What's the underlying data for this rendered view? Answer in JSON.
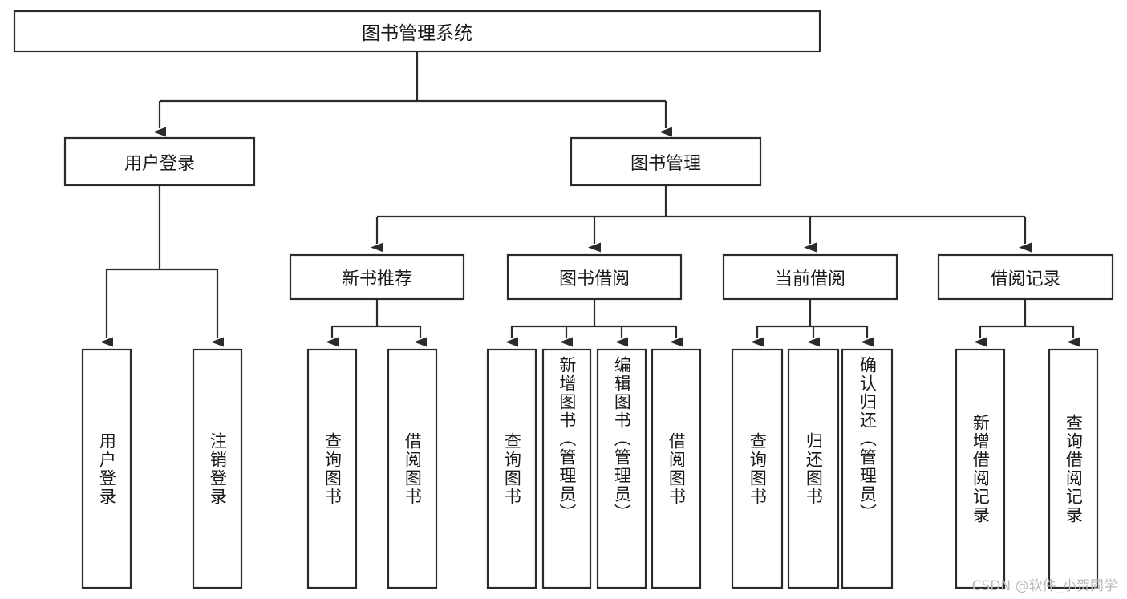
{
  "diagram": {
    "title": "图书管理系统",
    "type": "hierarchy-tree",
    "orientation": "top-down",
    "levels": 4,
    "colors": {
      "box_fill": "#ffffff",
      "box_stroke": "#2b2b2b",
      "text": "#1a1a1a",
      "watermark": "#b9b9b9",
      "background": "#ffffff"
    }
  },
  "watermark": {
    "text": "CSDN @软件_小贺同学"
  },
  "root": {
    "label": "图书管理系统"
  },
  "level2": [
    {
      "label": "用户登录"
    },
    {
      "label": "图书管理"
    }
  ],
  "level3": [
    {
      "label": "新书推荐"
    },
    {
      "label": "图书借阅"
    },
    {
      "label": "当前借阅"
    },
    {
      "label": "借阅记录"
    }
  ],
  "leaves": {
    "user_login": [
      {
        "label": "用户登录"
      },
      {
        "label": "注销登录"
      }
    ],
    "new_book": [
      {
        "label": "查询图书"
      },
      {
        "label": "借阅图书"
      }
    ],
    "book_borrow": [
      {
        "label": "查询图书"
      },
      {
        "label": "新增图书（管理员）"
      },
      {
        "label": "编辑图书（管理员）"
      },
      {
        "label": "借阅图书"
      }
    ],
    "current_borrow": [
      {
        "label": "查询图书"
      },
      {
        "label": "归还图书"
      },
      {
        "label": "确认归还（管理员）"
      }
    ],
    "borrow_record": [
      {
        "label": "新增借阅记录"
      },
      {
        "label": "查询借阅记录"
      }
    ]
  },
  "edges": [
    {
      "from": "图书管理系统",
      "to": "用户登录"
    },
    {
      "from": "图书管理系统",
      "to": "图书管理"
    },
    {
      "from": "用户登录",
      "to": "用户登录"
    },
    {
      "from": "用户登录",
      "to": "注销登录"
    },
    {
      "from": "图书管理",
      "to": "新书推荐"
    },
    {
      "from": "图书管理",
      "to": "图书借阅"
    },
    {
      "from": "图书管理",
      "to": "当前借阅"
    },
    {
      "from": "图书管理",
      "to": "借阅记录"
    },
    {
      "from": "新书推荐",
      "to": "查询图书"
    },
    {
      "from": "新书推荐",
      "to": "借阅图书"
    },
    {
      "from": "图书借阅",
      "to": "查询图书"
    },
    {
      "from": "图书借阅",
      "to": "新增图书（管理员）"
    },
    {
      "from": "图书借阅",
      "to": "编辑图书（管理员）"
    },
    {
      "from": "图书借阅",
      "to": "借阅图书"
    },
    {
      "from": "当前借阅",
      "to": "查询图书"
    },
    {
      "from": "当前借阅",
      "to": "归还图书"
    },
    {
      "from": "当前借阅",
      "to": "确认归还（管理员）"
    },
    {
      "from": "借阅记录",
      "to": "新增借阅记录"
    },
    {
      "from": "借阅记录",
      "to": "查询借阅记录"
    }
  ]
}
